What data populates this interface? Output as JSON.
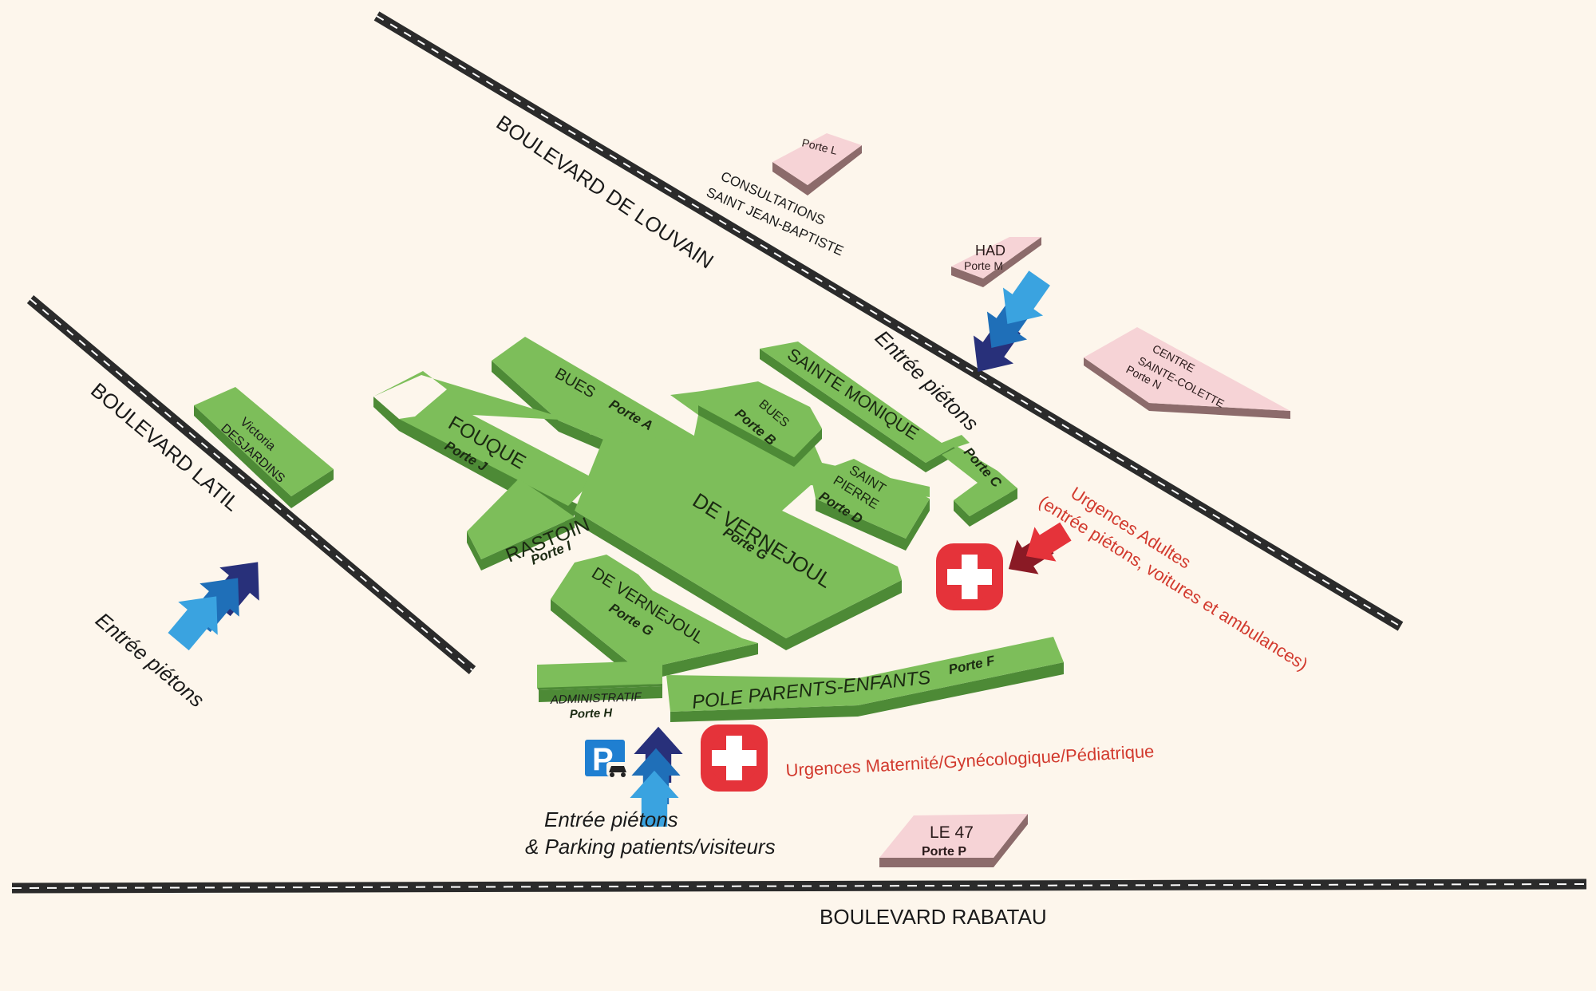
{
  "roads": {
    "louvain": "BOULEVARD DE LOUVAIN",
    "latil": "BOULEVARD LATIL",
    "rabatau": "BOULEVARD RABATAU"
  },
  "buildings": {
    "victoria": {
      "line1": "Victoria",
      "line2": "DESJARDINS"
    },
    "bues_a": {
      "name": "BUES",
      "door": "Porte A"
    },
    "fouque": {
      "name": "FOUQUE",
      "door": "Porte J"
    },
    "bues_b": {
      "name": "BUES",
      "door": "Porte B"
    },
    "sainte_monique": {
      "name": "SAINTE MONIQUE"
    },
    "porte_c": {
      "door": "Porte C"
    },
    "saint_pierre": {
      "line1": "SAINT",
      "line2": "PIERRE",
      "door": "Porte D"
    },
    "rastoin": {
      "name": "RASTOIN",
      "door": "Porte I"
    },
    "de_vernejoul_main": {
      "name": "DE VERNEJOUL",
      "door": "Porte G"
    },
    "de_vernejoul_lower": {
      "name": "DE VERNEJOUL",
      "door": "Porte G"
    },
    "administratif": {
      "name": "ADMINISTRATIF",
      "door": "Porte H"
    },
    "pole_parents": {
      "name": "POLE PARENTS-ENFANTS",
      "door": "Porte F"
    }
  },
  "annexes": {
    "porte_l": {
      "door": "Porte L",
      "line1": "CONSULTATIONS",
      "line2": "SAINT JEAN-BAPTISTE"
    },
    "had": {
      "name": "HAD",
      "door": "Porte M"
    },
    "centre_sc": {
      "line1": "CENTRE",
      "line2": "SAINTE-COLETTE",
      "door": "Porte N"
    },
    "le47": {
      "name": "LE 47",
      "door": "Porte P"
    }
  },
  "entrances": {
    "pietons_louvain": "Entrée piétons",
    "pietons_latil": "Entrée piétons",
    "pietons_main_line1": "Entrée piétons",
    "pietons_main_line2": "& Parking patients/visiteurs"
  },
  "urgences": {
    "adultes_line1": "Urgences Adultes",
    "adultes_line2": "(entrée piétons, voitures et ambulances)",
    "maternite": "Urgences Maternité/Gynécologique/Pédiatrique"
  },
  "parking": {
    "letter": "P"
  },
  "colors": {
    "background": "#fdf6ec",
    "building": "#7dbe5a",
    "building_side": "#4d8a36",
    "annex": "#f6d3d6",
    "annex_side": "#8c6b6b",
    "road": "#2b2b2b",
    "urgence": "#e5333a",
    "urgence_text": "#d23a2e",
    "arrow_light": "#3aa3e0",
    "arrow_mid": "#1f6fb8",
    "arrow_dark": "#28307a",
    "parking": "#1f7fd1"
  }
}
